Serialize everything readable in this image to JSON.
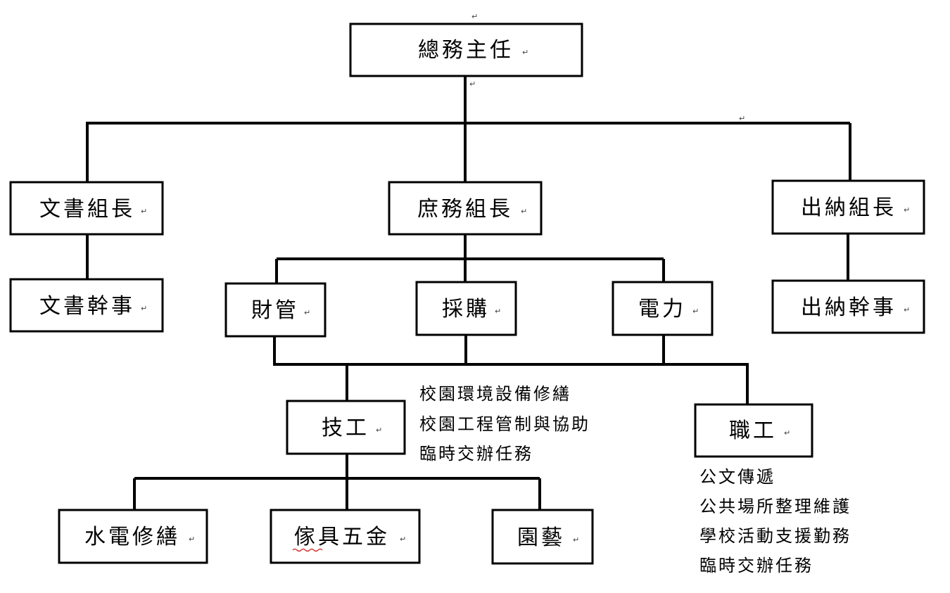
{
  "nodes": {
    "director": "總務主任",
    "documents_leader": "文書組長",
    "general_affairs_leader": "庶務組長",
    "cashier_leader": "出納組長",
    "documents_officer": "文書幹事",
    "property": "財管",
    "procurement": "採購",
    "electricity": "電力",
    "cashier_officer": "出納幹事",
    "technician": "技工",
    "staff": "職工",
    "plumbing_electrical": "水電修繕",
    "furniture_hardware": "傢具五金",
    "gardening": "園藝"
  },
  "technician_duties": [
    "校園環境設備修繕",
    "校園工程管制與協助",
    "臨時交辦任務"
  ],
  "staff_duties": [
    "公文傳遞",
    "公共場所整理維護",
    "學校活動支援勤務",
    "臨時交辦任務"
  ],
  "paragraph_mark": "↵"
}
